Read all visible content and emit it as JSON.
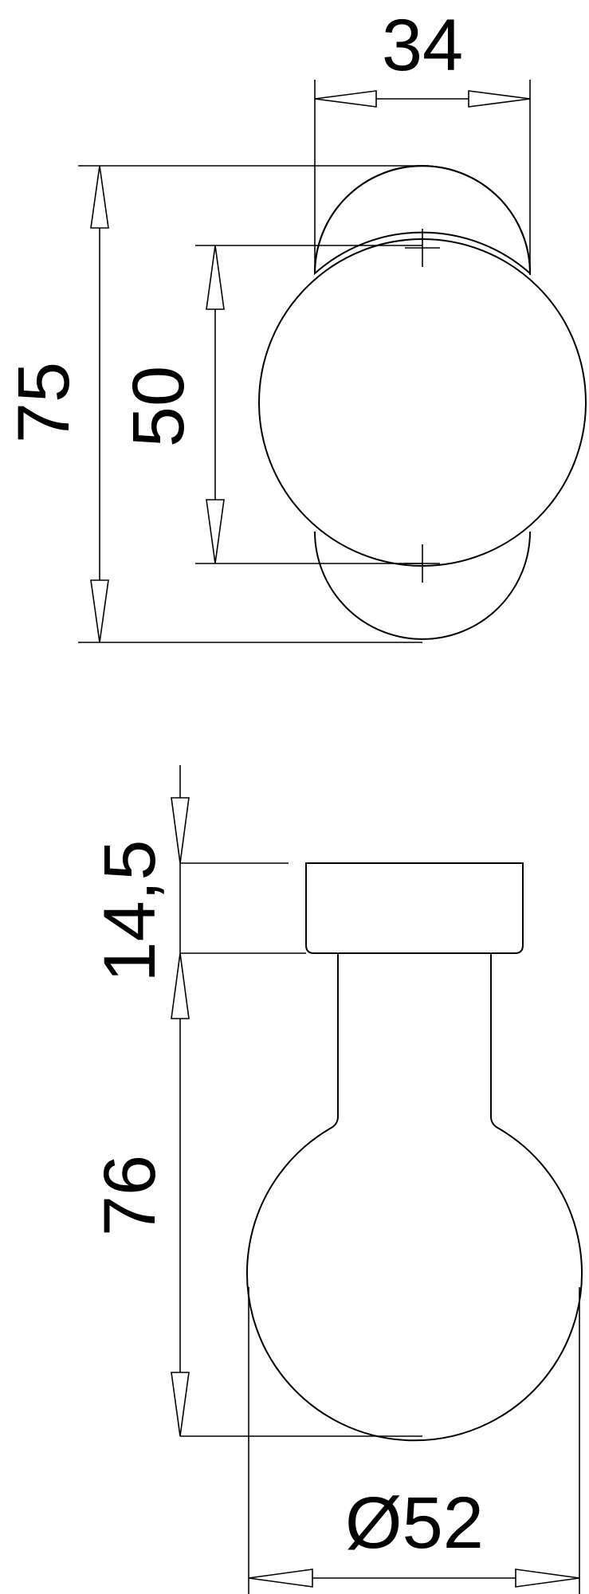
{
  "drawing": {
    "dimensions": {
      "rose_width": "34",
      "rose_height": "75",
      "knob_front_diameter": "50",
      "rose_thickness": "14,5",
      "knob_projection": "76",
      "knob_ball_diameter": "Ø52"
    },
    "line_color": "#000000",
    "background_color": "#ffffff"
  }
}
